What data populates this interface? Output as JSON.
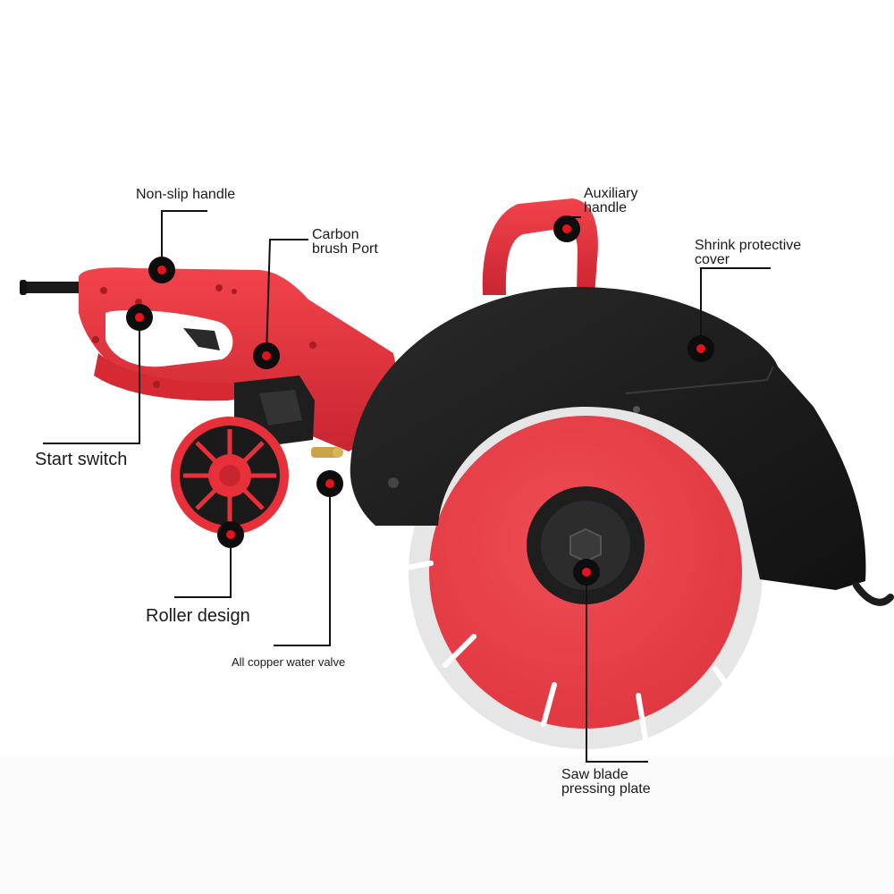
{
  "colors": {
    "body_red": "#e8303a",
    "dark_red": "#b81e28",
    "guard_black": "#1c1c1c",
    "blade_red": "#e84048",
    "segment_silver": "#e3e3e3",
    "marker_red": "#e8121c",
    "marker_ring": "#0d0d0d",
    "leader_line": "#111111"
  },
  "callouts": {
    "non_slip_handle": "Non-slip handle",
    "carbon_brush_port": [
      "Carbon",
      "brush Port"
    ],
    "auxiliary_handle": [
      "Auxiliary",
      "handle"
    ],
    "shrink_protective_cover": [
      "Shrink protective",
      "cover"
    ],
    "start_switch": "Start switch",
    "roller_design": "Roller design",
    "all_copper_water_valve": "All copper water valve",
    "saw_blade_pressing_plate": [
      "Saw blade",
      "pressing plate"
    ]
  }
}
